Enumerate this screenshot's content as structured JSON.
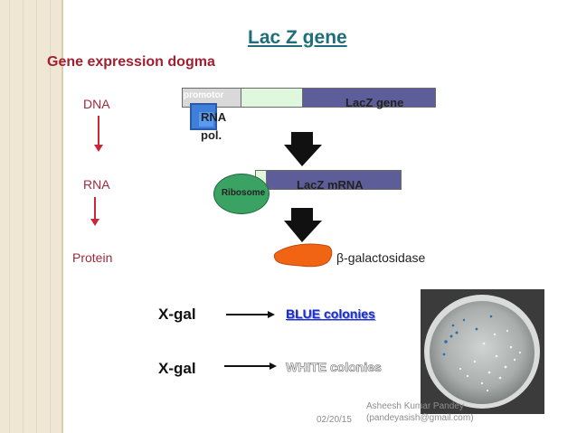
{
  "title": "Lac Z gene",
  "subtitle": "Gene expression dogma",
  "stages": {
    "dna": "DNA",
    "rna": "RNA",
    "protein": "Protein"
  },
  "gene": {
    "promotor": "promotor",
    "lacz_gene": "LacZ gene",
    "rna_pol_line1": "RNA",
    "rna_pol_line2": "pol."
  },
  "transcript": {
    "lacz_mrna": "LacZ mRNA",
    "ribosome": "Ribosome"
  },
  "protein": {
    "enzyme": "β-galactosidase"
  },
  "results": {
    "xgal_1": "X-gal",
    "blue": "BLUE colonies",
    "xgal_2": "X-gal",
    "white": "WHITE colonies"
  },
  "footer": {
    "date": "02/20/15",
    "author_line1": "Asheesh Kumar Pandey",
    "author_line2": "(pandeyasish@gmail.com)"
  },
  "colors": {
    "title": "#1f6e7c",
    "subtitle": "#a11f2f",
    "lacz": "#5d5d9a",
    "ribosome": "#3aa263",
    "enzyme": "#f06414",
    "blue_colonies": "#1a2ec4"
  }
}
